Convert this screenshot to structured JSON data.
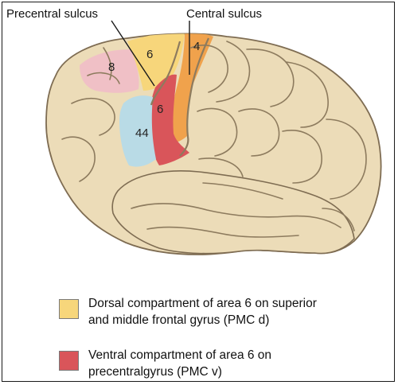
{
  "labels": {
    "precentral_sulcus": "Precentral sulcus",
    "central_sulcus": "Central sulcus"
  },
  "areas": {
    "a8": "8",
    "a6_dorsal": "6",
    "a4": "4",
    "a6_ventral": "6",
    "a44": "44"
  },
  "legend": [
    {
      "line1": "Dorsal compartment of area 6 on superior",
      "line2": "and middle frontal gyrus (PMC d)",
      "color": "#f7d67b"
    },
    {
      "line1": "Ventral compartment of area 6 on",
      "line2": "precentralgyrus (PMC v)",
      "color": "#d9555a"
    }
  ],
  "colors": {
    "brain": "#ecdcb8",
    "sulcus": "#8d7b5e",
    "area8": "#f0c0c6",
    "area6_dorsal": "#f7d67b",
    "area4": "#f0a24c",
    "area6_ventral": "#d9555a",
    "area44": "#b9dbe6"
  }
}
